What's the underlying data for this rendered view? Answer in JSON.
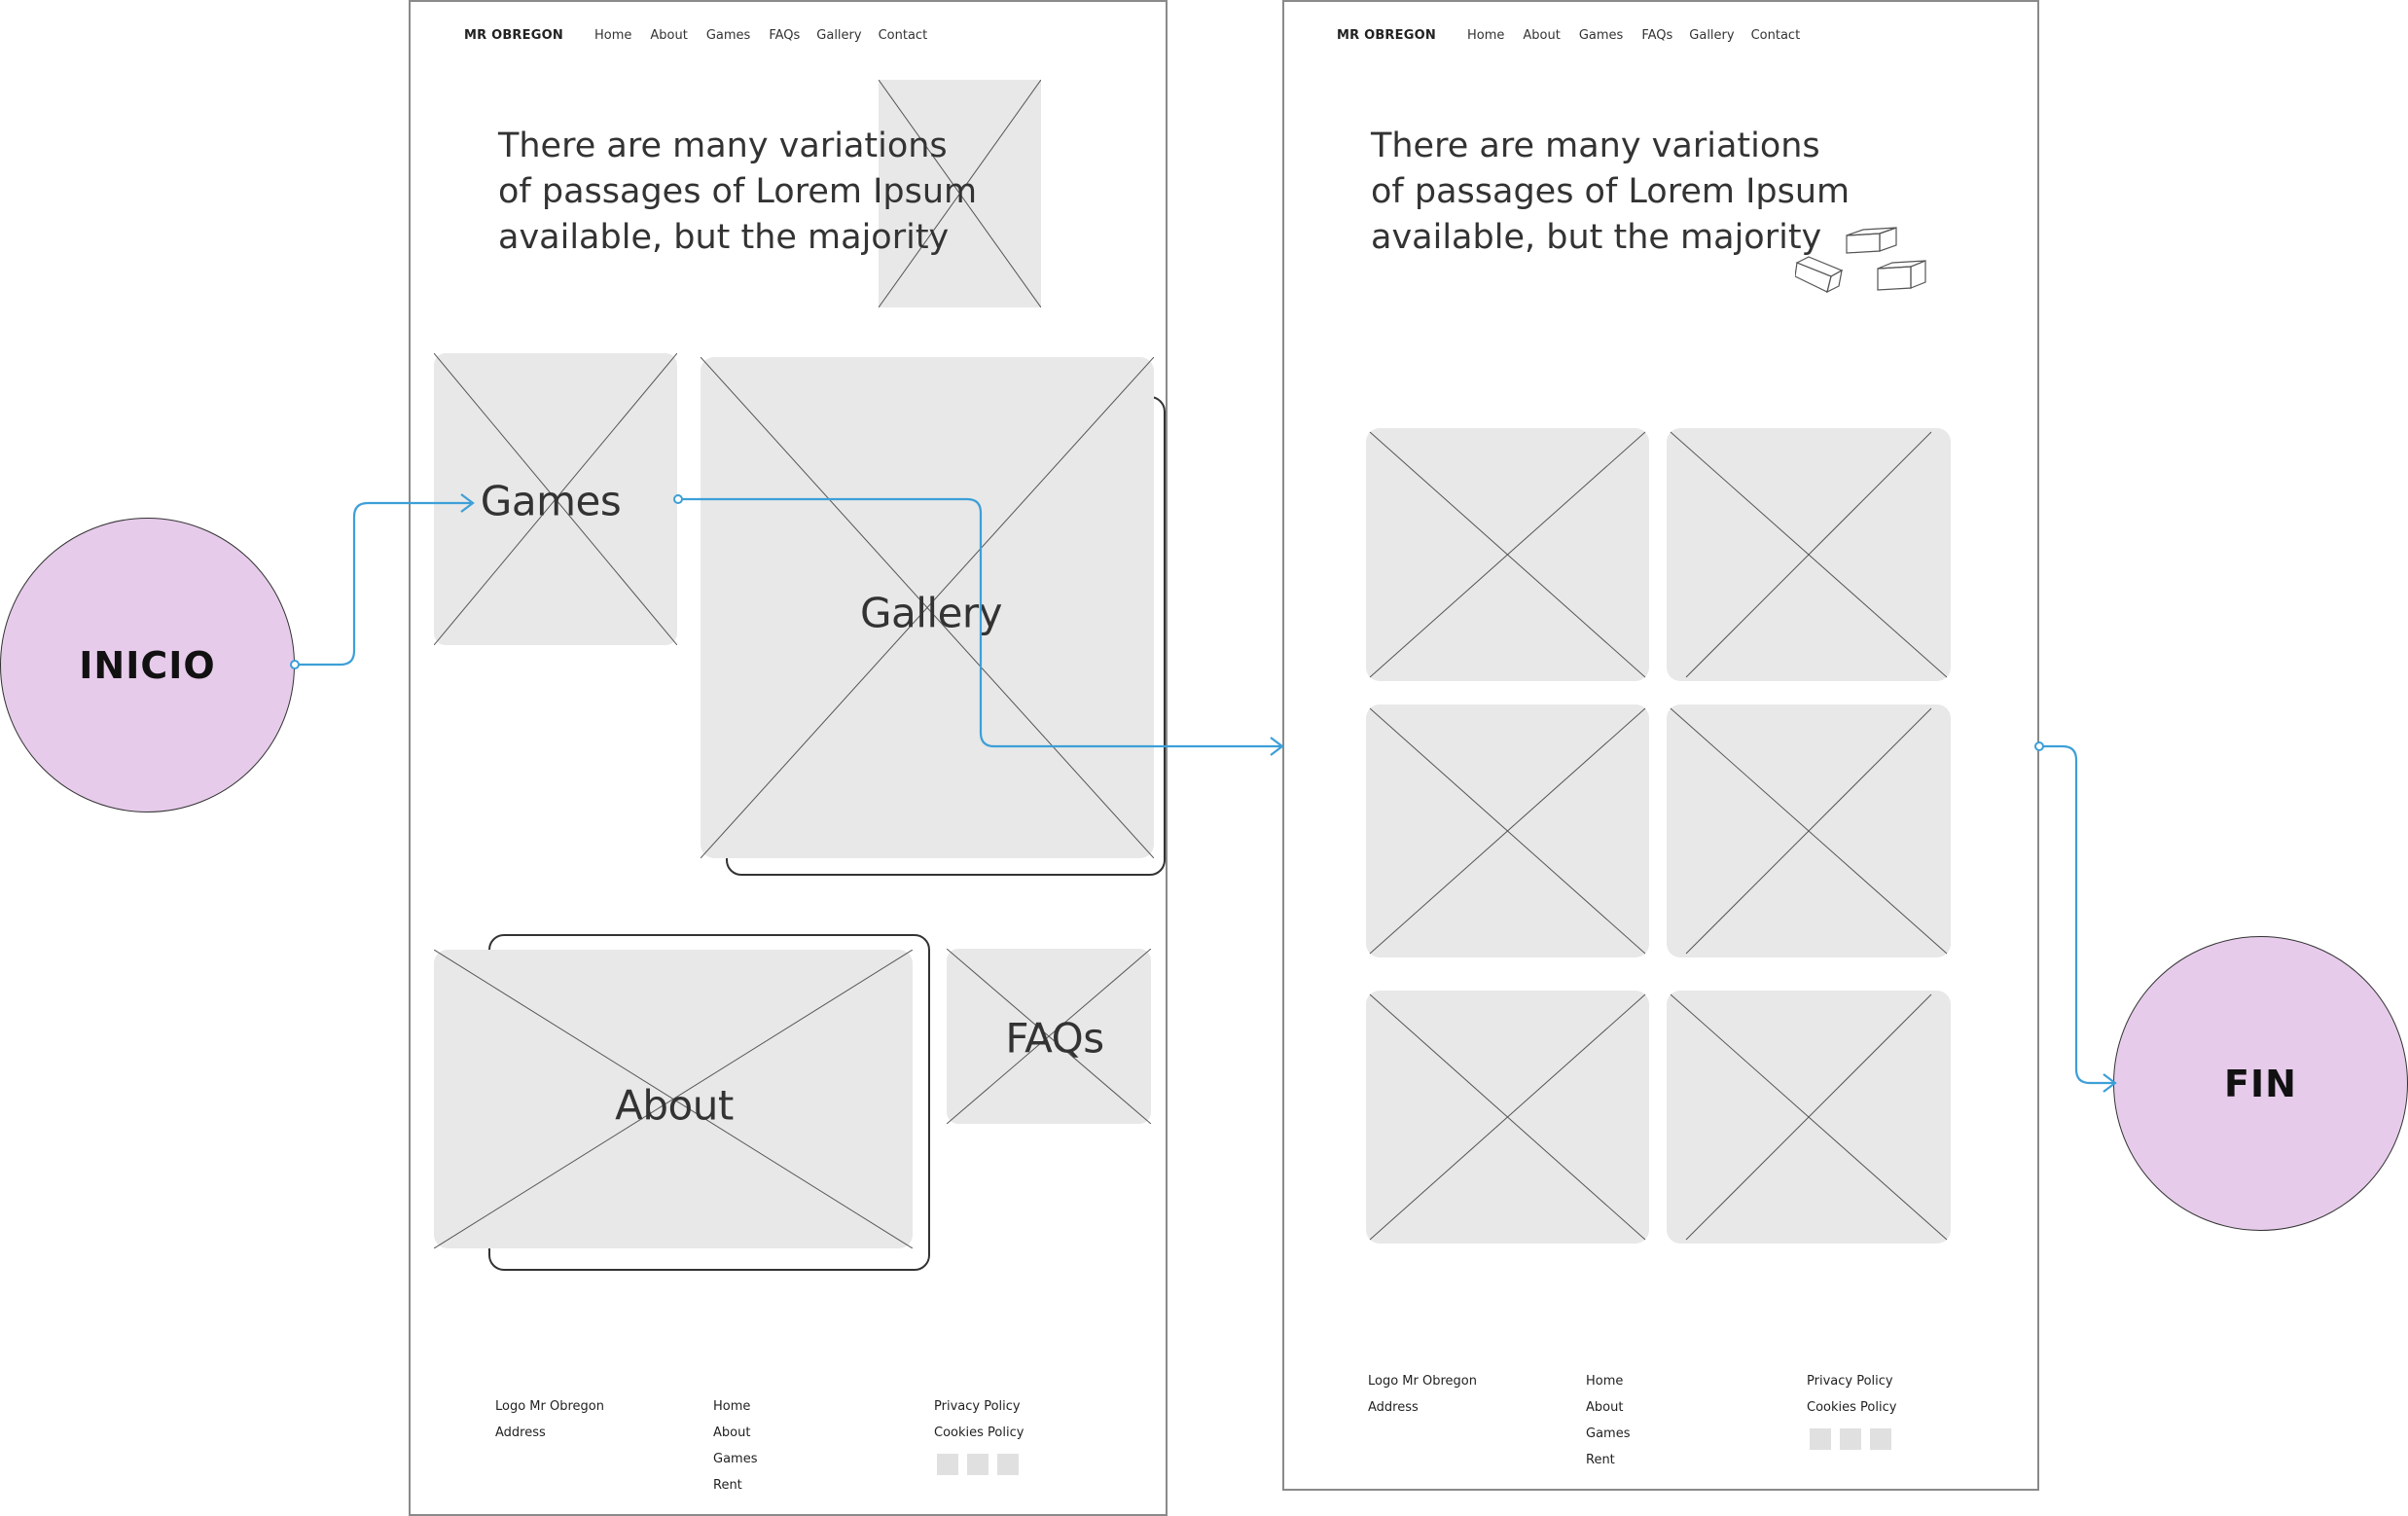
{
  "colors": {
    "placeholder": "#e8e8e8",
    "frame_border": "#8a8a8a",
    "flow_line": "#3d9fd8",
    "node_fill": "#e6cbea",
    "text": "#333333"
  },
  "start_node": {
    "label": "INICIO"
  },
  "end_node": {
    "label": "FIN"
  },
  "home_page": {
    "logo": "MR OBREGON",
    "nav": [
      "Home",
      "About",
      "Games",
      "FAQs",
      "Gallery",
      "Contact"
    ],
    "hero_lines": [
      "There are many variations",
      "of passages of Lorem Ipsum",
      "available, but the majority"
    ],
    "cards": {
      "games": "Games",
      "gallery": "Gallery",
      "about": "About",
      "faqs": "FAQs"
    },
    "footer": {
      "col1": [
        "Logo Mr Obregon",
        "Address"
      ],
      "col2": [
        "Home",
        "About",
        "Games",
        "Rent"
      ],
      "col3": [
        "Privacy Policy",
        "Cookies Policy"
      ],
      "social_icons": [
        "social-icon",
        "social-icon",
        "social-icon"
      ]
    }
  },
  "gallery_page": {
    "logo": "MR OBREGON",
    "nav": [
      "Home",
      "About",
      "Games",
      "FAQs",
      "Gallery",
      "Contact"
    ],
    "hero_lines": [
      "There are many variations",
      "of passages of Lorem Ipsum",
      "available, but the majority"
    ],
    "grid_images": 6,
    "footer": {
      "col1": [
        "Logo Mr Obregon",
        "Address"
      ],
      "col2": [
        "Home",
        "About",
        "Games",
        "Rent"
      ],
      "col3": [
        "Privacy Policy",
        "Cookies Policy"
      ],
      "social_icons": [
        "social-icon",
        "social-icon",
        "social-icon"
      ]
    }
  }
}
